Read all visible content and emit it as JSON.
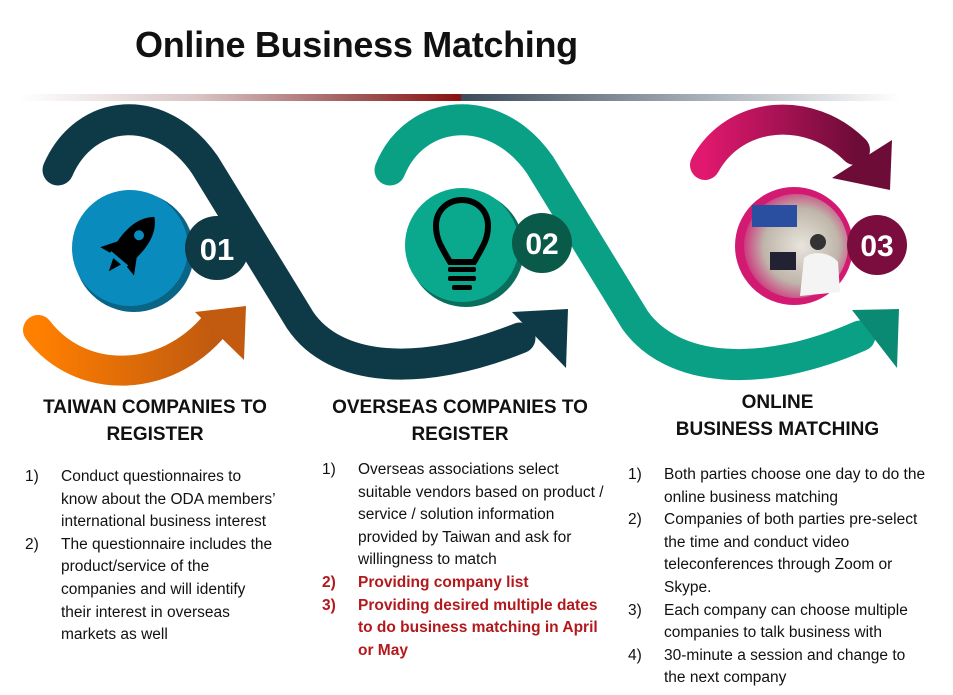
{
  "title": "Online Business Matching",
  "colors": {
    "navy": "#0e3a48",
    "teal": "#0aa085",
    "orange": "#f07c12",
    "magenta": "#d0186c",
    "blue": "#0a8bbd",
    "wine": "#7a0d3d",
    "red": "#b3191c"
  },
  "steps": [
    {
      "badge": "01",
      "icon": "rocket-icon",
      "heading": [
        "TAIWAN COMPANIES TO",
        "REGISTER"
      ],
      "items": [
        {
          "num": "1)",
          "text": "Conduct questionnaires to know about the ODA members’ international business interest"
        },
        {
          "num": "2)",
          "text": "The questionnaire includes the product/service of the companies and will identify their interest in overseas markets as well"
        }
      ]
    },
    {
      "badge": "02",
      "icon": "lightbulb-icon",
      "heading": [
        "OVERSEAS COMPANIES TO",
        "REGISTER"
      ],
      "items": [
        {
          "num": "1)",
          "text": "Overseas associations select suitable vendors based on product / service / solution information provided by Taiwan and ask for willingness to match"
        },
        {
          "num": "2)",
          "text": "Providing company list",
          "highlight": true
        },
        {
          "num": "3)",
          "text": "Providing desired multiple dates to do business matching in April or May",
          "highlight": true
        }
      ]
    },
    {
      "badge": "03",
      "icon": "video-conference-photo",
      "heading": [
        "ONLINE",
        "BUSINESS MATCHING"
      ],
      "items": [
        {
          "num": "1)",
          "text": "Both parties choose one day to do the online business matching"
        },
        {
          "num": "2)",
          "text": "Companies of both parties pre-select the time and conduct video teleconferences through Zoom or Skype."
        },
        {
          "num": "3)",
          "text": "Each company can choose multiple companies to talk business with"
        },
        {
          "num": "4)",
          "text": "30-minute a session and change to the next company"
        }
      ]
    }
  ]
}
